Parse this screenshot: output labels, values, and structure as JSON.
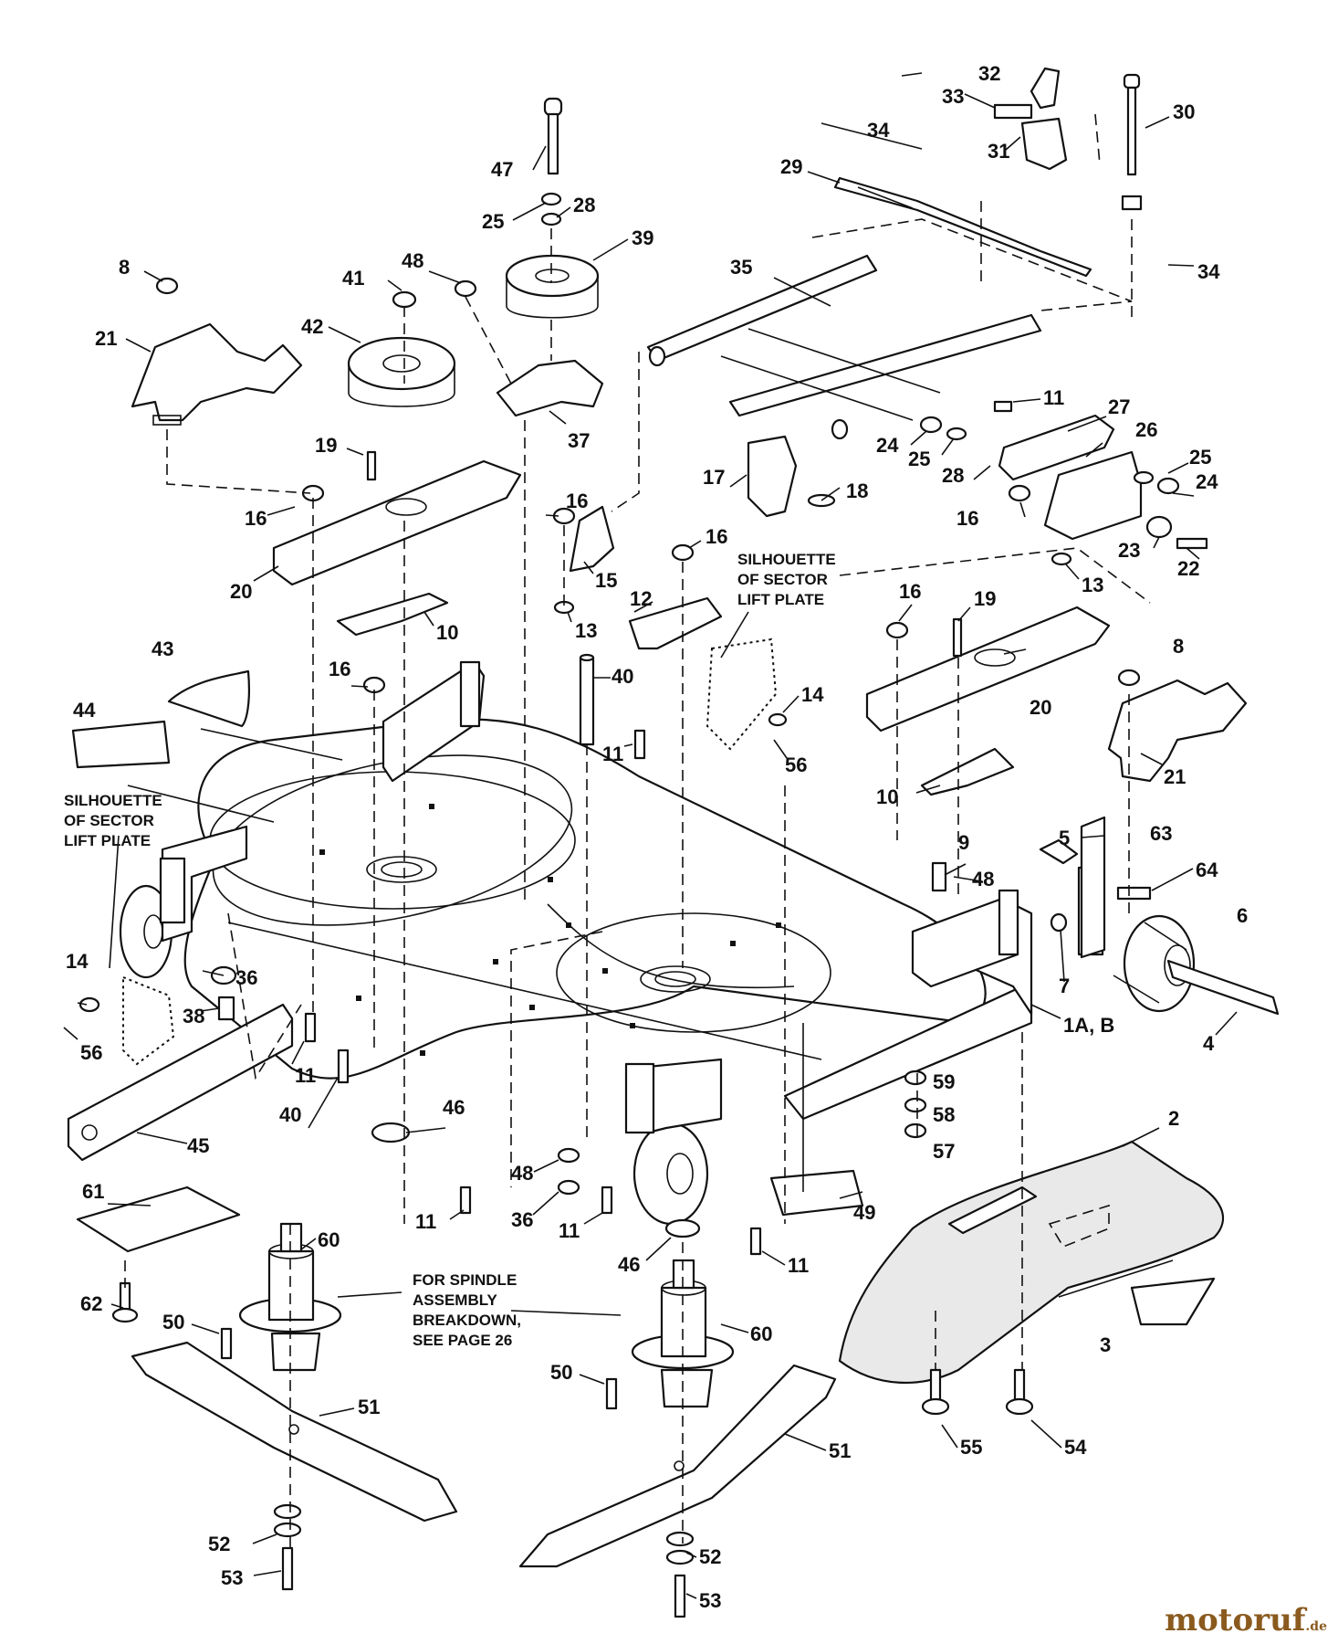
{
  "callouts": {
    "c1AB": "1A, B",
    "c2": "2",
    "c3": "3",
    "c4": "4",
    "c5": "5",
    "c6": "6",
    "c7": "7",
    "c8a": "8",
    "c8b": "8",
    "c9": "9",
    "c10a": "10",
    "c10b": "10",
    "c11a": "11",
    "c11b": "11",
    "c11c": "11",
    "c11d": "11",
    "c11e": "11",
    "c11f": "11",
    "c12": "12",
    "c13a": "13",
    "c13b": "13",
    "c14a": "14",
    "c14b": "14",
    "c15": "15",
    "c16a": "16",
    "c16b": "16",
    "c16c": "16",
    "c16d": "16",
    "c16e": "16",
    "c16f": "16",
    "c17": "17",
    "c18": "18",
    "c19a": "19",
    "c19b": "19",
    "c20a": "20",
    "c20b": "20",
    "c21a": "21",
    "c21b": "21",
    "c22": "22",
    "c23": "23",
    "c24a": "24",
    "c24b": "24",
    "c25a": "25",
    "c25b": "25",
    "c25c": "25",
    "c26": "26",
    "c27": "27",
    "c28a": "28",
    "c28b": "28",
    "c29": "29",
    "c30": "30",
    "c31": "31",
    "c32": "32",
    "c33": "33",
    "c34a": "34",
    "c34b": "34",
    "c35": "35",
    "c36a": "36",
    "c36b": "36",
    "c37": "37",
    "c38": "38",
    "c39": "39",
    "c40a": "40",
    "c40b": "40",
    "c41": "41",
    "c42": "42",
    "c43": "43",
    "c44": "44",
    "c45": "45",
    "c46a": "46",
    "c46b": "46",
    "c47": "47",
    "c48a": "48",
    "c48b": "48",
    "c48c": "48",
    "c49": "49",
    "c50a": "50",
    "c50b": "50",
    "c51a": "51",
    "c51b": "51",
    "c52a": "52",
    "c52b": "52",
    "c53a": "53",
    "c53b": "53",
    "c54": "54",
    "c55": "55",
    "c56a": "56",
    "c56b": "56",
    "c57": "57",
    "c58": "58",
    "c59": "59",
    "c60a": "60",
    "c60b": "60",
    "c61": "61",
    "c62": "62",
    "c63": "63",
    "c64": "64"
  },
  "notes": {
    "silhouette_right": [
      "SILHOUETTE",
      "OF SECTOR",
      "LIFT PLATE"
    ],
    "silhouette_left": [
      "SILHOUETTE",
      "OF SECTOR",
      "LIFT PLATE"
    ],
    "spindle": [
      "FOR SPINDLE",
      "ASSEMBLY",
      "BREAKDOWN,",
      "SEE PAGE 26"
    ]
  },
  "watermark": {
    "name": "motoruf",
    "suffix": ".de"
  }
}
